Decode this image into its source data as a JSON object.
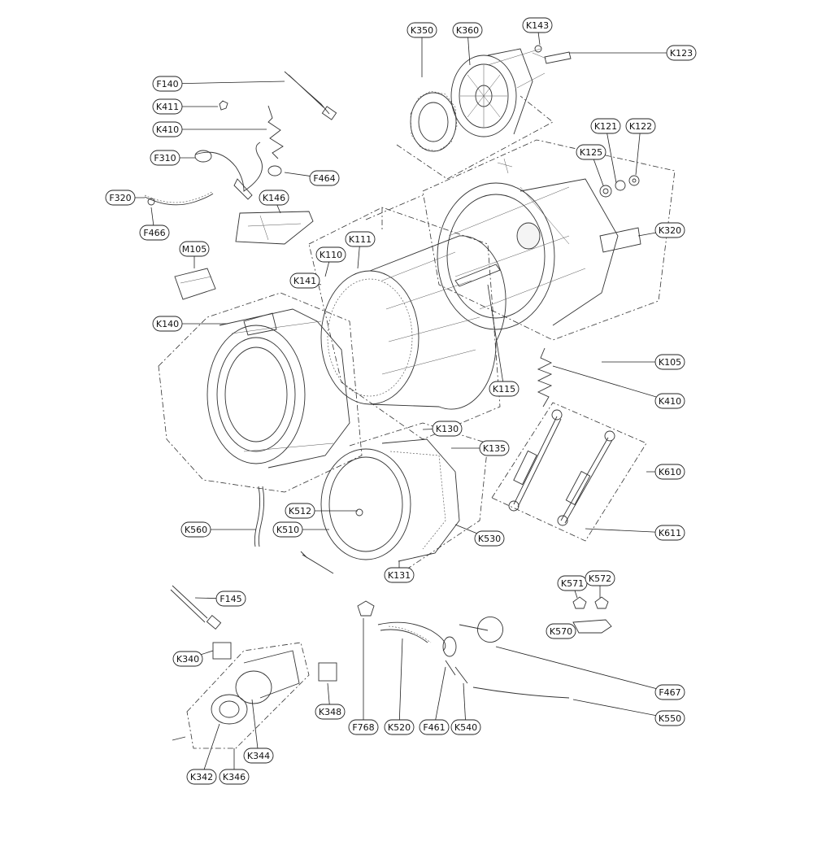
{
  "diagram": {
    "callouts": [
      {
        "id": "K350",
        "label": "K350"
      },
      {
        "id": "K360",
        "label": "K360"
      },
      {
        "id": "K143",
        "label": "K143"
      },
      {
        "id": "K123",
        "label": "K123"
      },
      {
        "id": "F140",
        "label": "F140"
      },
      {
        "id": "K411",
        "label": "K411"
      },
      {
        "id": "K410a",
        "label": "K410"
      },
      {
        "id": "F310",
        "label": "F310"
      },
      {
        "id": "F464",
        "label": "F464"
      },
      {
        "id": "F320",
        "label": "F320"
      },
      {
        "id": "F466",
        "label": "F466"
      },
      {
        "id": "K146",
        "label": "K146"
      },
      {
        "id": "K121",
        "label": "K121"
      },
      {
        "id": "K122",
        "label": "K122"
      },
      {
        "id": "K125",
        "label": "K125"
      },
      {
        "id": "K320",
        "label": "K320"
      },
      {
        "id": "M105",
        "label": "M105"
      },
      {
        "id": "K111",
        "label": "K111"
      },
      {
        "id": "K110",
        "label": "K110"
      },
      {
        "id": "K141",
        "label": "K141"
      },
      {
        "id": "K140",
        "label": "K140"
      },
      {
        "id": "K105",
        "label": "K105"
      },
      {
        "id": "K115",
        "label": "K115"
      },
      {
        "id": "K410b",
        "label": "K410"
      },
      {
        "id": "K130",
        "label": "K130"
      },
      {
        "id": "K135",
        "label": "K135"
      },
      {
        "id": "K610",
        "label": "K610"
      },
      {
        "id": "K512",
        "label": "K512"
      },
      {
        "id": "K560",
        "label": "K560"
      },
      {
        "id": "K510",
        "label": "K510"
      },
      {
        "id": "K530",
        "label": "K530"
      },
      {
        "id": "K611",
        "label": "K611"
      },
      {
        "id": "K131",
        "label": "K131"
      },
      {
        "id": "K571",
        "label": "K571"
      },
      {
        "id": "K572",
        "label": "K572"
      },
      {
        "id": "F145",
        "label": "F145"
      },
      {
        "id": "K570",
        "label": "K570"
      },
      {
        "id": "K340",
        "label": "K340"
      },
      {
        "id": "F467",
        "label": "F467"
      },
      {
        "id": "K348",
        "label": "K348"
      },
      {
        "id": "F768",
        "label": "F768"
      },
      {
        "id": "K520",
        "label": "K520"
      },
      {
        "id": "F461",
        "label": "F461"
      },
      {
        "id": "K540",
        "label": "K540"
      },
      {
        "id": "K550",
        "label": "K550"
      },
      {
        "id": "K344",
        "label": "K344"
      },
      {
        "id": "K342",
        "label": "K342"
      },
      {
        "id": "K346",
        "label": "K346"
      }
    ]
  }
}
